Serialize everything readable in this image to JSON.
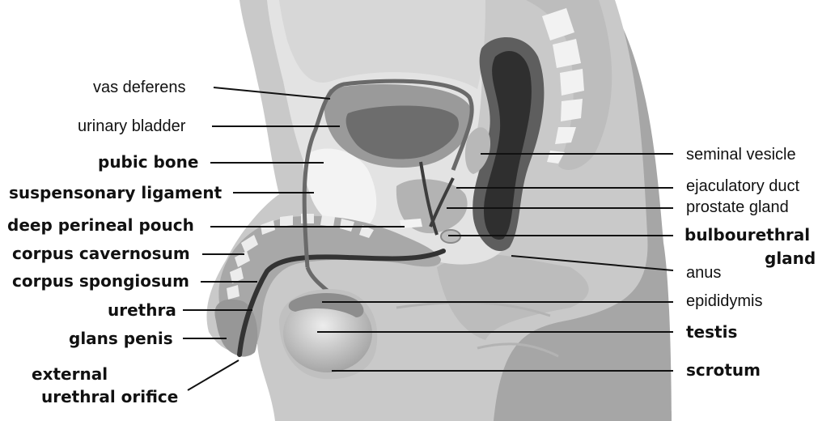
{
  "labels": {
    "vas_deferens": "vas deferens",
    "urinary_bladder": "urinary bladder",
    "pubic_bone": "pubic bone",
    "suspensonary_ligament": "suspensonary ligament",
    "deep_perineal_pouch": "deep perineal pouch",
    "corpus_cavernosum": "corpus cavernosum",
    "corpus_spongiosum": "corpus spongiosum",
    "urethra": "urethra",
    "glans_penis": "glans penis",
    "external_urethral_orifice_line1": "external",
    "external_urethral_orifice_line2": "urethral orifice",
    "seminal_vesicle": "seminal vesicle",
    "ejaculatory_duct": "ejaculatory duct",
    "prostate_gland": "prostate gland",
    "bulbourethral_gland_line1": "bulbourethral",
    "bulbourethral_gland_line2": "gland",
    "anus": "anus",
    "epididymis": "epididymis",
    "testis": "testis",
    "scrotum": "scrotum"
  },
  "colors": {
    "skin": "#c8c8c8",
    "body_dark": "#a9a9a9",
    "pelvis_light": "#e4e4e4",
    "bladder": "#6f6f6f",
    "rectum_dark": "#3a3a3a",
    "bone": "#f2f2f2",
    "leader_line": "#111111"
  }
}
